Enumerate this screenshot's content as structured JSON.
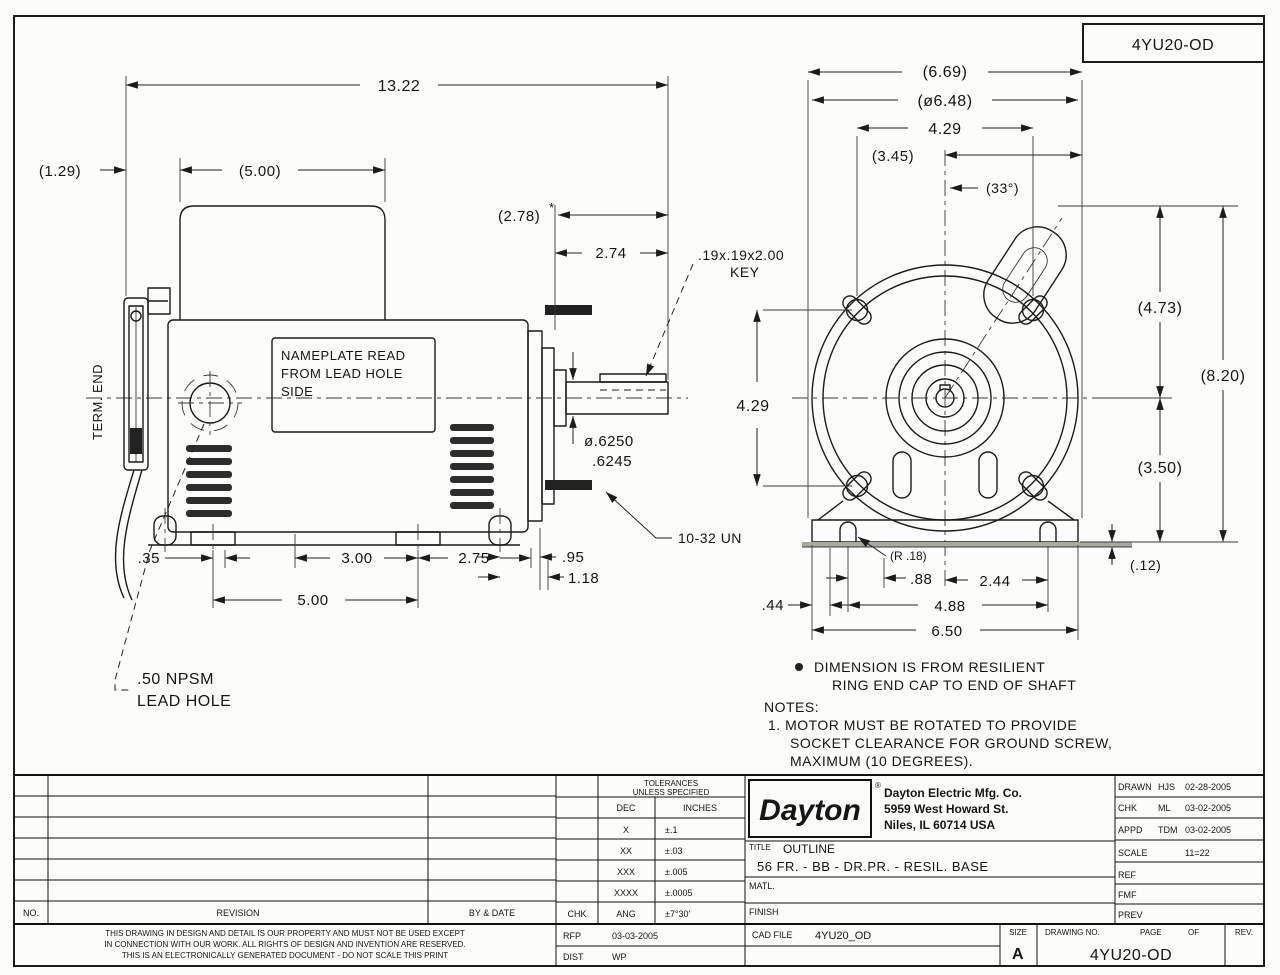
{
  "sheet": {
    "number_box": "4YU20-OD",
    "disclaimer": [
      "THIS DRAWING IN DESIGN AND DETAIL IS OUR PROPERTY AND MUST NOT BE USED EXCEPT",
      "IN CONNECTION WITH OUR WORK. ALL RIGHTS OF DESIGN AND INVENTION ARE RESERVED.",
      "THIS IS AN ELECTRONICALLY GENERATED DOCUMENT - DO NOT SCALE THIS PRINT"
    ],
    "revision_header": {
      "no": "NO.",
      "revision": "REVISION",
      "by_date": "BY & DATE"
    }
  },
  "side_view": {
    "labels": {
      "term_end": "TERM. END",
      "nameplate": [
        "NAMEPLATE READ",
        "FROM LEAD HOLE",
        "SIDE"
      ],
      "key_size": ".19x.19x2.00",
      "key": "KEY",
      "thread": "10-32 UN",
      "lead_hole_1": ".50 NPSM",
      "lead_hole_2": "LEAD HOLE"
    },
    "dims": {
      "overall_length": "13.22",
      "cap_length": "(5.00)",
      "term_end_ext": "(1.29)",
      "shaft_ext_ring": "(2.78)",
      "footnote_star": "*",
      "shaft_ext": "2.74",
      "shaft_dia_max": "ø.6250",
      "shaft_dia_min": ".6245",
      "mount_95": ".95",
      "mount_118": "1.18",
      "foot_35": ".35",
      "foot_300": "3.00",
      "foot_275": "2.75",
      "foot_500": "5.00"
    }
  },
  "end_view": {
    "dims": {
      "width_669": "(6.69)",
      "dia_648": "(ø6.48)",
      "bolt_429_h": "4.29",
      "bolt_429_v": "4.29",
      "dim_345": "(3.45)",
      "angle_33": "(33°)",
      "height_473": "(4.73)",
      "height_820": "(8.20)",
      "height_350": "(3.50)",
      "pad_012": "(.12)",
      "radius_18": "(R .18)",
      "slot_88": ".88",
      "slot_244": "2.44",
      "base_44": ".44",
      "base_488": "4.88",
      "base_650": "6.50"
    }
  },
  "notes": {
    "star_line1": "DIMENSION IS FROM RESILIENT",
    "star_line2": "RING END CAP TO END OF SHAFT",
    "heading": "NOTES:",
    "note1_line1": "1. MOTOR MUST BE ROTATED TO PROVIDE",
    "note1_line2": "SOCKET CLEARANCE FOR GROUND SCREW,",
    "note1_line3": "MAXIMUM (10 DEGREES)."
  },
  "title_block": {
    "tolerances": {
      "header1": "TOLERANCES",
      "header2": "UNLESS SPECIFIED",
      "col_dec": "DEC",
      "col_inches": "INCHES",
      "rows": [
        {
          "dec": "X",
          "inches": "±.1"
        },
        {
          "dec": "XX",
          "inches": "±.03"
        },
        {
          "dec": "XXX",
          "inches": "±.005"
        },
        {
          "dec": "XXXX",
          "inches": "±.0005"
        },
        {
          "dec": "ANG",
          "inches": "±7°30'"
        }
      ]
    },
    "chk_cell": "CHK",
    "rfp_label": "RFP",
    "rfp_date": "03-03-2005",
    "dist_label": "DIST",
    "dist_value": "WP",
    "logo": "Dayton",
    "logo_reg": "®",
    "company": [
      "Dayton Electric Mfg. Co.",
      "5959 West Howard St.",
      "Niles, IL 60714   USA"
    ],
    "title_label": "TITLE",
    "title_line1": "OUTLINE",
    "title_line2": "56 FR. - BB - DR.PR. - RESIL. BASE",
    "matl_label": "MATL.",
    "finish_label": "FINISH",
    "cad_label": "CAD FILE",
    "cad_value": "4YU20_OD",
    "drawn_label": "DRAWN",
    "drawn_by": "HJS",
    "drawn_date": "02-28-2005",
    "chk_label": "CHK",
    "chk_by": "ML",
    "chk_date": "03-02-2005",
    "appd_label": "APPD",
    "appd_by": "TDM",
    "appd_date": "03-02-2005",
    "scale_label": "SCALE",
    "scale_value": "11=22",
    "ref_label": "REF",
    "fmf_label": "FMF",
    "prev_label": "PREV",
    "size_label": "SIZE",
    "size_value": "A",
    "drawing_no_label": "DRAWING NO.",
    "page_label": "PAGE",
    "of_label": "OF",
    "rev_label": "REV.",
    "drawing_no_value": "4YU20-OD"
  }
}
